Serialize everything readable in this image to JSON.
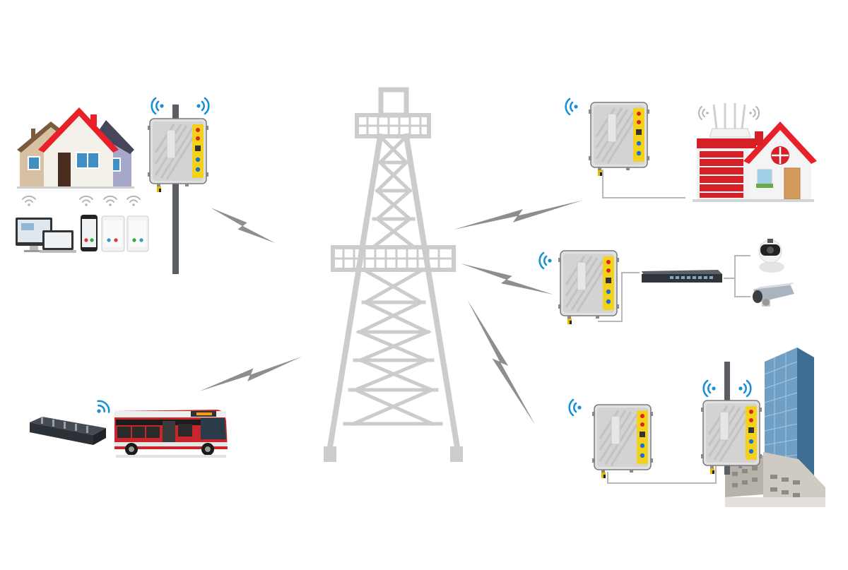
{
  "colors": {
    "background": "#ffffff",
    "tower": "#cccccc",
    "lightning": "#8e8e8e",
    "wifi_blue": "#1a8fd6",
    "wifi_gray": "#b5b5b5",
    "cpe_body": "#dcdcdc",
    "cpe_label": "#f4d21a",
    "house_roof_red": "#e8202a",
    "garage_red": "#d71f27",
    "bus_red": "#c9252c",
    "glass_blue": "#6f9fc4",
    "cable": "#b8b8b8"
  },
  "icons": {
    "tower": "lattice-tower-icon",
    "cpe": "outdoor-cpe-icon",
    "wifi": "wifi-signal-icon",
    "house": "house-icon",
    "router": "router-icon",
    "switch": "network-switch-icon",
    "camera": "ip-camera-icon",
    "bus": "bus-icon",
    "gateway": "vehicle-gateway-icon",
    "building": "office-building-icon"
  },
  "scenarios": [
    "home-network",
    "vehicle-network",
    "home-router",
    "camera-network",
    "building-network"
  ]
}
